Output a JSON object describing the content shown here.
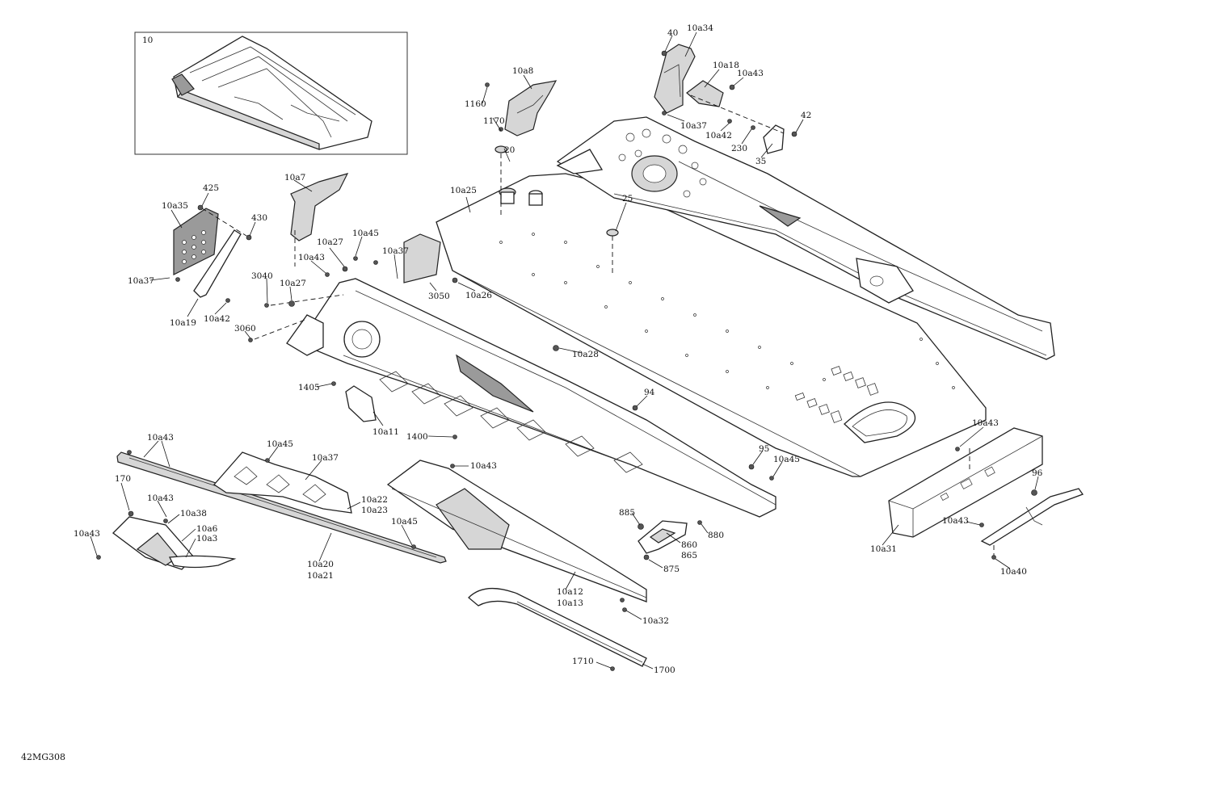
{
  "drawing_id": "42MG308",
  "inset": {
    "label": "10"
  },
  "callouts": [
    {
      "id": "c-40",
      "text": "40"
    },
    {
      "id": "c-10a34",
      "text": "10a34"
    },
    {
      "id": "c-10a18",
      "text": "10a18"
    },
    {
      "id": "c-10a43-top",
      "text": "10a43"
    },
    {
      "id": "c-10a37-top",
      "text": "10a37"
    },
    {
      "id": "c-10a42-top",
      "text": "10a42"
    },
    {
      "id": "c-42",
      "text": "42"
    },
    {
      "id": "c-230",
      "text": "230"
    },
    {
      "id": "c-35",
      "text": "35"
    },
    {
      "id": "c-10a8",
      "text": "10a8"
    },
    {
      "id": "c-1160",
      "text": "1160"
    },
    {
      "id": "c-1170",
      "text": "1170"
    },
    {
      "id": "c-20",
      "text": "20"
    },
    {
      "id": "c-10a25",
      "text": "10a25"
    },
    {
      "id": "c-25",
      "text": "25"
    },
    {
      "id": "c-10a7",
      "text": "10a7"
    },
    {
      "id": "c-425",
      "text": "425"
    },
    {
      "id": "c-10a35",
      "text": "10a35"
    },
    {
      "id": "c-430",
      "text": "430"
    },
    {
      "id": "c-10a37-left",
      "text": "10a37"
    },
    {
      "id": "c-10a19",
      "text": "10a19"
    },
    {
      "id": "c-10a42-left",
      "text": "10a42"
    },
    {
      "id": "c-10a45-a",
      "text": "10a45"
    },
    {
      "id": "c-10a27-a",
      "text": "10a27"
    },
    {
      "id": "c-10a43-a",
      "text": "10a43"
    },
    {
      "id": "c-10a37-mid",
      "text": "10a37"
    },
    {
      "id": "c-3040",
      "text": "3040"
    },
    {
      "id": "c-10a27-b",
      "text": "10a27"
    },
    {
      "id": "c-3050",
      "text": "3050"
    },
    {
      "id": "c-10a26",
      "text": "10a26"
    },
    {
      "id": "c-3060",
      "text": "3060"
    },
    {
      "id": "c-10a28",
      "text": "10a28"
    },
    {
      "id": "c-1405",
      "text": "1405"
    },
    {
      "id": "c-10a11",
      "text": "10a11"
    },
    {
      "id": "c-94",
      "text": "94"
    },
    {
      "id": "c-1400",
      "text": "1400"
    },
    {
      "id": "c-10a43-b",
      "text": "10a43"
    },
    {
      "id": "c-10a45-b",
      "text": "10a45"
    },
    {
      "id": "c-10a37-c",
      "text": "10a37"
    },
    {
      "id": "c-170",
      "text": "170"
    },
    {
      "id": "c-10a43-c",
      "text": "10a43"
    },
    {
      "id": "c-10a38",
      "text": "10a38"
    },
    {
      "id": "c-10a43-d",
      "text": "10a43"
    },
    {
      "id": "c-10a6",
      "text": "10a6"
    },
    {
      "id": "c-10a3",
      "text": "10a3"
    },
    {
      "id": "c-10a22",
      "text": "10a22"
    },
    {
      "id": "c-10a23",
      "text": "10a23"
    },
    {
      "id": "c-10a43-e",
      "text": "10a43"
    },
    {
      "id": "c-10a45-c",
      "text": "10a45"
    },
    {
      "id": "c-10a20",
      "text": "10a20"
    },
    {
      "id": "c-10a21",
      "text": "10a21"
    },
    {
      "id": "c-95",
      "text": "95"
    },
    {
      "id": "c-10a45-d",
      "text": "10a45"
    },
    {
      "id": "c-885",
      "text": "885"
    },
    {
      "id": "c-860",
      "text": "860"
    },
    {
      "id": "c-880",
      "text": "880"
    },
    {
      "id": "c-865",
      "text": "865"
    },
    {
      "id": "c-875",
      "text": "875"
    },
    {
      "id": "c-10a12",
      "text": "10a12"
    },
    {
      "id": "c-10a13",
      "text": "10a13"
    },
    {
      "id": "c-10a32",
      "text": "10a32"
    },
    {
      "id": "c-1710",
      "text": "1710"
    },
    {
      "id": "c-1700",
      "text": "1700"
    },
    {
      "id": "c-10a43-f",
      "text": "10a43"
    },
    {
      "id": "c-96",
      "text": "96"
    },
    {
      "id": "c-10a43-g",
      "text": "10a43"
    },
    {
      "id": "c-10a31",
      "text": "10a31"
    },
    {
      "id": "c-10a40",
      "text": "10a40"
    }
  ]
}
